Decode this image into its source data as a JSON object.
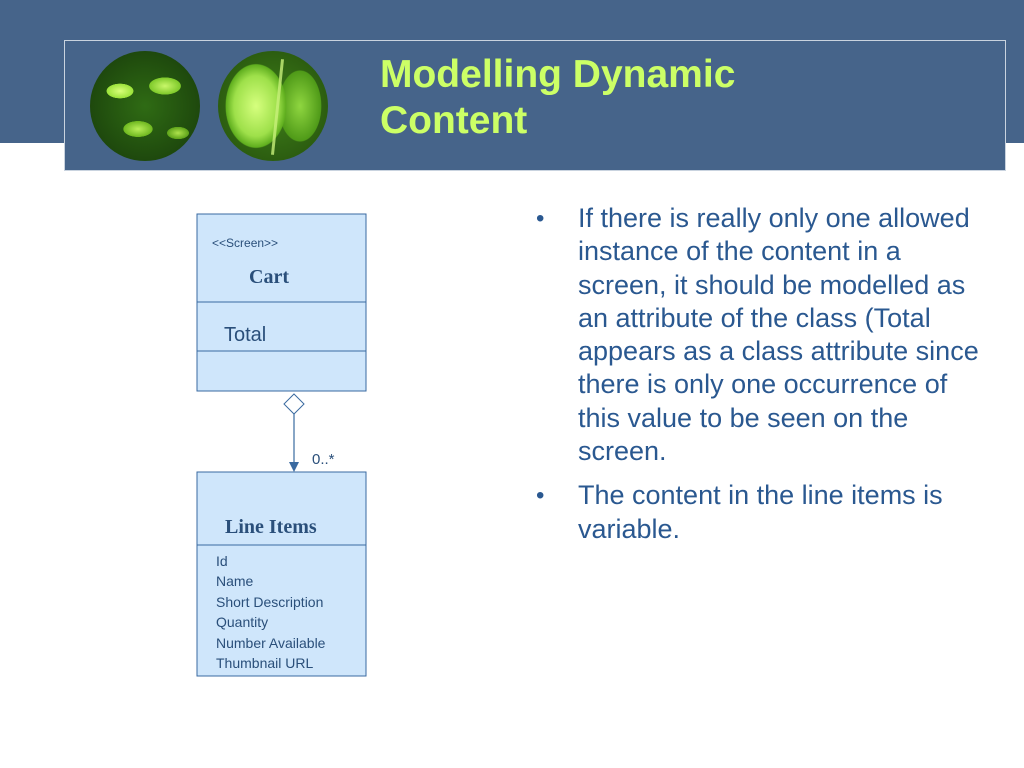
{
  "slide": {
    "title_line1": "Modelling Dynamic",
    "title_line2": "Content"
  },
  "diagram": {
    "cart": {
      "stereotype": "<<Screen>>",
      "name": "Cart",
      "attribute": "Total"
    },
    "association": {
      "multiplicity": "0..*"
    },
    "line_items": {
      "name": "Line Items",
      "attributes": [
        "Id",
        "Name",
        "Short Description",
        "Quantity",
        "Number Available",
        "Thumbnail URL"
      ]
    }
  },
  "bullets": [
    "If there is really only one allowed instance of the content in a screen, it should be modelled as an attribute of the class (Total appears as a class attribute since there is only one occurrence of this value to be seen on the screen.",
    "The content in the line items is variable."
  ],
  "bullet_symbol": "•",
  "colors": {
    "header_band": "#46648a",
    "title": "#ccff66",
    "body_text": "#2a5890",
    "uml_line": "#3a6aa0"
  }
}
